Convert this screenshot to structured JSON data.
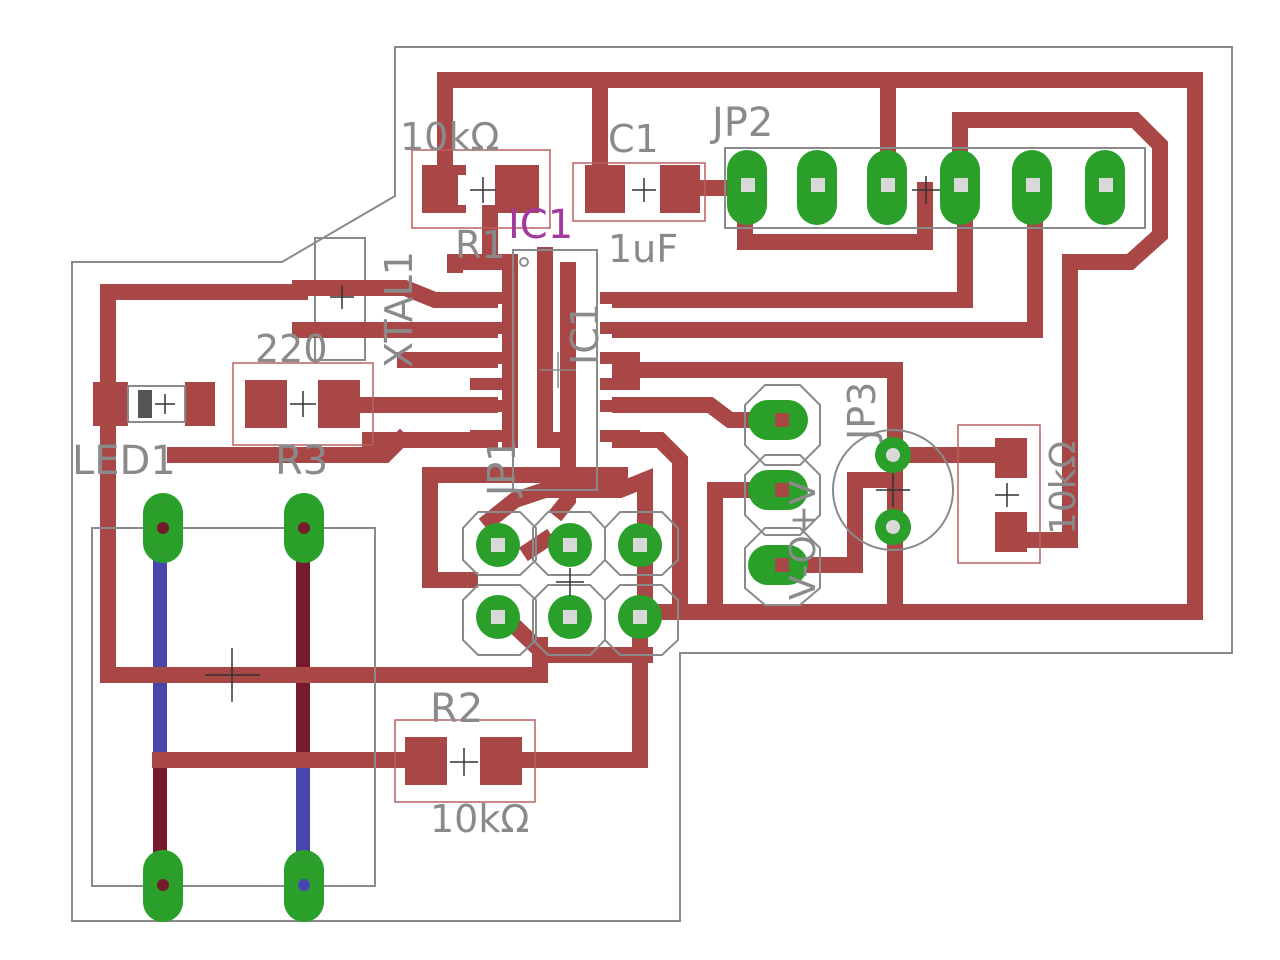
{
  "colors": {
    "background": "#ffffff",
    "outline": "#8a8a8a",
    "top_copper": "#a94646",
    "bottom_copper": "#4646ad",
    "bottom_copper_dark": "#751c2c",
    "pad": "#2aa02a",
    "pad_hole": "#d9d9d9",
    "silkscreen_ic": "#a23aa0",
    "silkscreen_part": "#b86060"
  },
  "labels": {
    "r1_value": "10kΩ",
    "r1_name": "R1",
    "c1_name": "C1",
    "c1_value": "1uF",
    "jp2": "JP2",
    "ic1_top": "IC1",
    "ic1_side": "IC1",
    "xtal1": "XTAL1",
    "c_220": "220",
    "r3_name": "R3",
    "led1": "LED1",
    "jp1": "JP1",
    "jp3": "JP3",
    "jp3_pins": "V-O+V",
    "r_right_value": "10kΩ",
    "r2_name": "R2",
    "r2_value": "10kΩ"
  }
}
